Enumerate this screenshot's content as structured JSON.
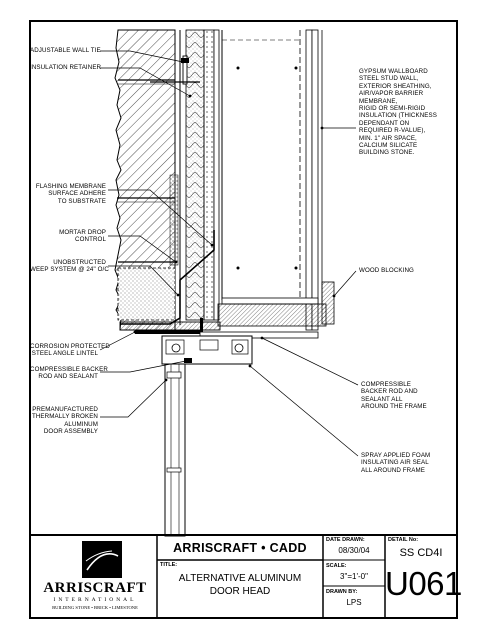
{
  "callouts_left": [
    {
      "id": "adjustable-wall-tie",
      "lines": [
        "ADJUSTABLE WALL TIE"
      ]
    },
    {
      "id": "insulation-retainer",
      "lines": [
        "INSULATION RETAINER"
      ]
    },
    {
      "id": "flashing-membrane",
      "lines": [
        "FLASHING MEMBRANE",
        "SURFACE ADHERE",
        "TO SUBSTRATE"
      ]
    },
    {
      "id": "mortar-drop-control",
      "lines": [
        "MORTAR DROP",
        "CONTROL"
      ]
    },
    {
      "id": "weep-system",
      "lines": [
        "UNOBSTRUCTED",
        "WEEP SYSTEM @ 24\" O/C"
      ]
    },
    {
      "id": "steel-angle-lintel",
      "lines": [
        "CORROSION PROTECTED",
        "STEEL ANGLE LINTEL"
      ]
    },
    {
      "id": "compressible-backer-rod",
      "lines": [
        "COMPRESSIBLE BACKER",
        "ROD AND SEALANT"
      ]
    },
    {
      "id": "door-assembly",
      "lines": [
        "PREMANUFACTURED",
        "THERMALLY BROKEN",
        "ALUMINUM",
        "DOOR ASSEMBLY"
      ]
    }
  ],
  "callouts_right": [
    {
      "id": "wall-assembly",
      "lines": [
        "GYPSUM WALLBOARD",
        "STEEL STUD WALL,",
        "EXTERIOR SHEATHING,",
        "AIR/VAPOR BARRIER",
        "MEMBRANE,",
        "RIGID OR SEMI-RIGID",
        "INSULATION (THICKNESS",
        "DEPENDANT ON",
        "REQUIRED R-VALUE),",
        "MIN. 1\" AIR SPACE,",
        "CALCIUM SILICATE",
        "BUILDING STONE."
      ]
    },
    {
      "id": "wood-blocking",
      "lines": [
        "WOOD BLOCKING"
      ]
    },
    {
      "id": "backer-rod-frame",
      "lines": [
        "COMPRESSIBLE",
        "BACKER ROD AND",
        "SEALANT ALL",
        "AROUND THE FRAME"
      ]
    },
    {
      "id": "spray-foam",
      "lines": [
        "SPRAY APPLIED FOAM",
        "INSULATING AIR SEAL",
        "ALL AROUND FRAME"
      ]
    }
  ],
  "title_block": {
    "company_header": "ARRISCRAFT • CADD",
    "title_label": "TITLE:",
    "title_lines": [
      "ALTERNATIVE ALUMINUM",
      "DOOR HEAD"
    ],
    "date_label": "DATE DRAWN:",
    "date_value": "08/30/04",
    "scale_label": "SCALE:",
    "scale_value": "3\"=1'-0\"",
    "drawn_label": "DRAWN BY:",
    "drawn_value": "LPS",
    "detail_label": "DETAIL No:",
    "detail_code": "SS CD4I",
    "detail_number": "U061",
    "logo_name": "ARRISCRAFT",
    "logo_sub": "INTERNATIONAL",
    "logo_tagline": "BUILDING STONE • BRICK • LIMESTONE"
  }
}
